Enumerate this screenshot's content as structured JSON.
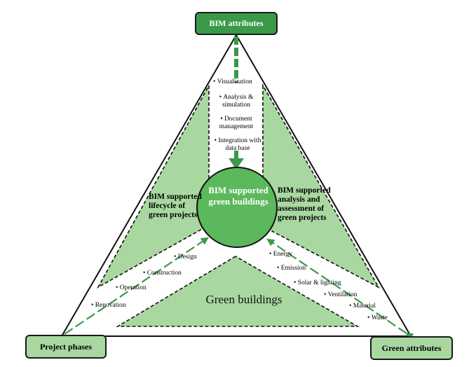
{
  "nodes": {
    "bim_attributes": "BIM attributes",
    "project_phases": "Project phases",
    "green_attributes": "Green attributes",
    "center": "BIM supported green buildings",
    "green_buildings": "Green buildings"
  },
  "regions": {
    "left": "BIM supported lifecycle of green projects",
    "right": "BIM supported analysis and assessment of green projects"
  },
  "bim_list": [
    "Visualization",
    "Analysis & simulation",
    "Document management",
    "Integration with data base"
  ],
  "phase_list": [
    "Design",
    "Construction",
    "Operation",
    "Renovation"
  ],
  "green_list": [
    "Energy",
    "Emission",
    "Solar & lighting",
    "Ventilation",
    "Material",
    "Waste"
  ],
  "colors": {
    "dark_green": "#3a9a4a",
    "light_green": "#a8d8a0",
    "circle_fill": "#5cb85c",
    "arrow_green": "#3a9a4a"
  }
}
